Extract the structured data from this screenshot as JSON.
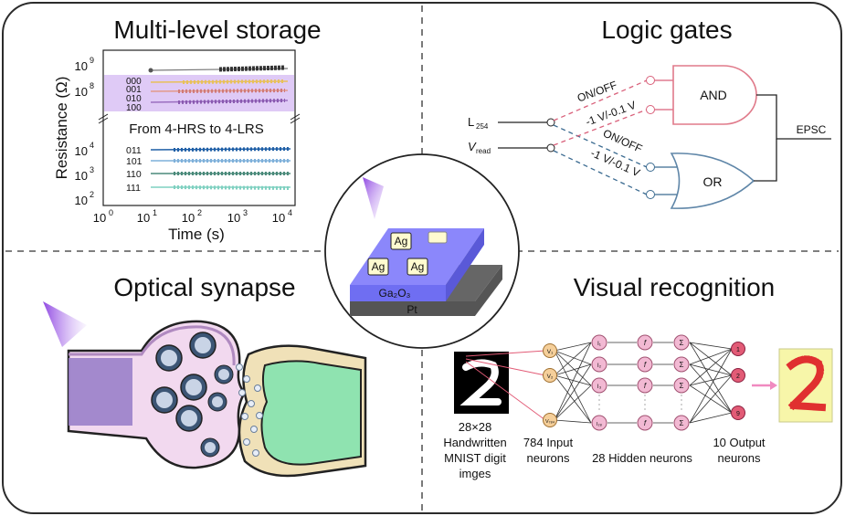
{
  "panels": {
    "storage": {
      "title": "Multi-level storage",
      "ylabel": "Resistance (Ω)",
      "xlabel": "Time (s)",
      "note": "From 4-HRS to 4-LRS",
      "xticks": [
        "10",
        "10",
        "10",
        "10",
        "10"
      ],
      "xtick_exp": [
        "0",
        "1",
        "2",
        "3",
        "4"
      ],
      "yticks_top": [
        "10",
        "10"
      ],
      "yticks_top_exp": [
        "9",
        "8"
      ],
      "yticks_bottom": [
        "10",
        "10",
        "10"
      ],
      "yticks_bottom_exp": [
        "4",
        "3",
        "2"
      ],
      "states_hrs": [
        "000",
        "001",
        "010",
        "100"
      ],
      "states_lrs": [
        "011",
        "101",
        "110",
        "111"
      ]
    },
    "logic": {
      "title": "Logic gates",
      "input1": "L",
      "input1_sub": "254",
      "input2": "V",
      "input2_sub": "read",
      "switch1_top": "ON/OFF",
      "switch1_bottom": "-1 V/-0.1 V",
      "switch2_top": "ON/OFF",
      "switch2_bottom": "-1 V/-0.1 V",
      "and_label": "AND",
      "or_label": "OR",
      "output": "EPSC"
    },
    "device": {
      "electrodes": [
        "Ag",
        "Ag",
        "Ag"
      ],
      "layer1": "Ga₂O₃",
      "layer2": "Pt"
    },
    "synapse": {
      "title": "Optical synapse"
    },
    "vision": {
      "title": "Visual recognition",
      "input_caption": [
        "28×28",
        "Handwritten",
        "MNIST digit",
        "imges"
      ],
      "input_neurons": [
        "784 Input",
        "neurons"
      ],
      "hidden_neurons": "28 Hidden neurons",
      "output_neurons": [
        "10 Output",
        "neurons"
      ],
      "in_labels": [
        "V₁",
        "V₂",
        "V₇₈₄"
      ],
      "hidden_labels": [
        "I₁",
        "I₂",
        "I₃",
        "I₂₈"
      ],
      "f_label": "f",
      "sum_label": "Σ",
      "out_labels": [
        "1",
        "2",
        "9"
      ]
    }
  },
  "colors": {
    "frame": "#2b2b2b",
    "hrs_band": "#c9a7f0",
    "and_gate": "#e07a8a",
    "or_gate": "#5f86a8",
    "ga2o3": "#6f6ef2",
    "pt": "#555555",
    "synapse_pre": "#f2d9ef",
    "synapse_post": "#8fe3b0",
    "neuron_in": "#f5cf9a",
    "neuron_hidden": "#f2b9d3",
    "neuron_out": "#e25b76"
  }
}
